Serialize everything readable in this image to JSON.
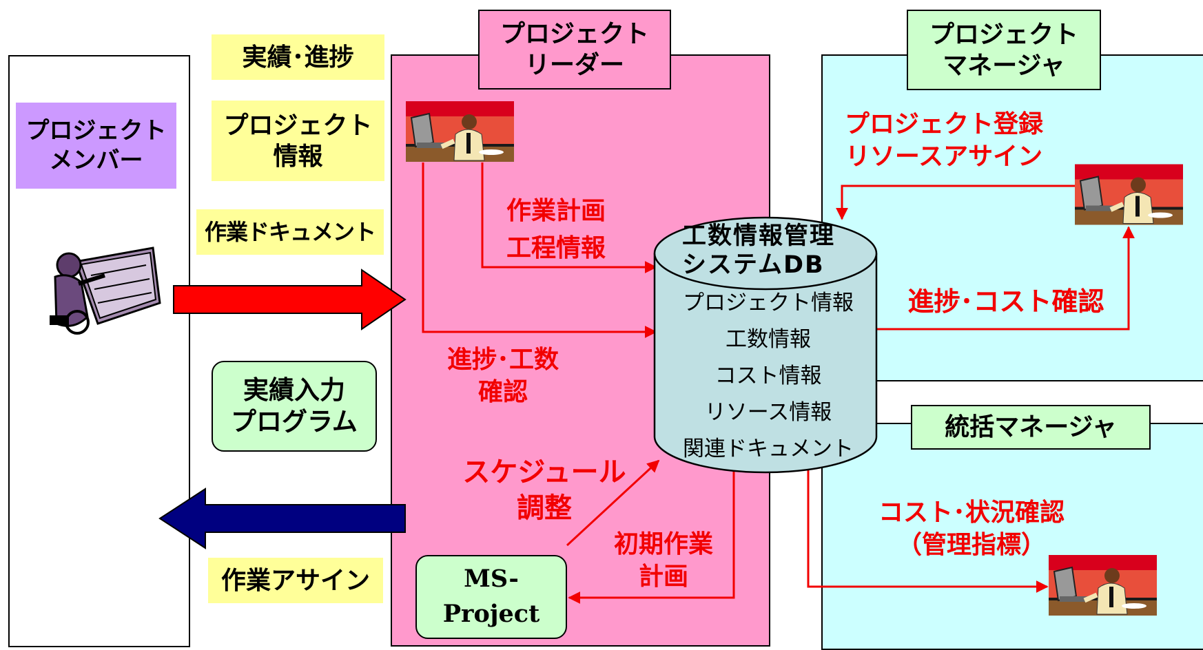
{
  "roles": {
    "member": "プロジェクト\nメンバー",
    "leader": "プロジェクト\nリーダー",
    "manager": "プロジェクト\nマネージャ",
    "general_manager": "統括マネージャ"
  },
  "member_side": {
    "results_progress": "実績･進捗",
    "project_info": "プロジェクト\n情報",
    "work_documents": "作業ドキュメント",
    "input_program": "実績入力\nプログラム",
    "work_assign": "作業アサイン"
  },
  "leader_side": {
    "work_plan": "作業計画\n工程情報",
    "progress_effort": "進捗･工数\n確認",
    "schedule_adjust": "スケジュール\n調整",
    "initial_plan": "初期作業\n計画",
    "ms_project": "MS-\nProject"
  },
  "database": {
    "title": "工数情報管理\nシステムDB",
    "items": [
      "プロジェクト情報",
      "工数情報",
      "コスト情報",
      "リソース情報",
      "関連ドキュメント"
    ]
  },
  "manager_side": {
    "register": "プロジェクト登録\nリソースアサイン",
    "progress_cost": "進捗･コスト確認",
    "cost_status": "コスト･状況確認\n（管理指標）"
  },
  "colors": {
    "member_label": "#cc99ff",
    "leader_panel": "#ff99cc",
    "manager_panel": "#ccffff",
    "manager_label": "#ccffcc",
    "db_fill": "#bfe0e3",
    "red": "#f20000",
    "navy": "#000080",
    "yellow": "#ffff99"
  }
}
